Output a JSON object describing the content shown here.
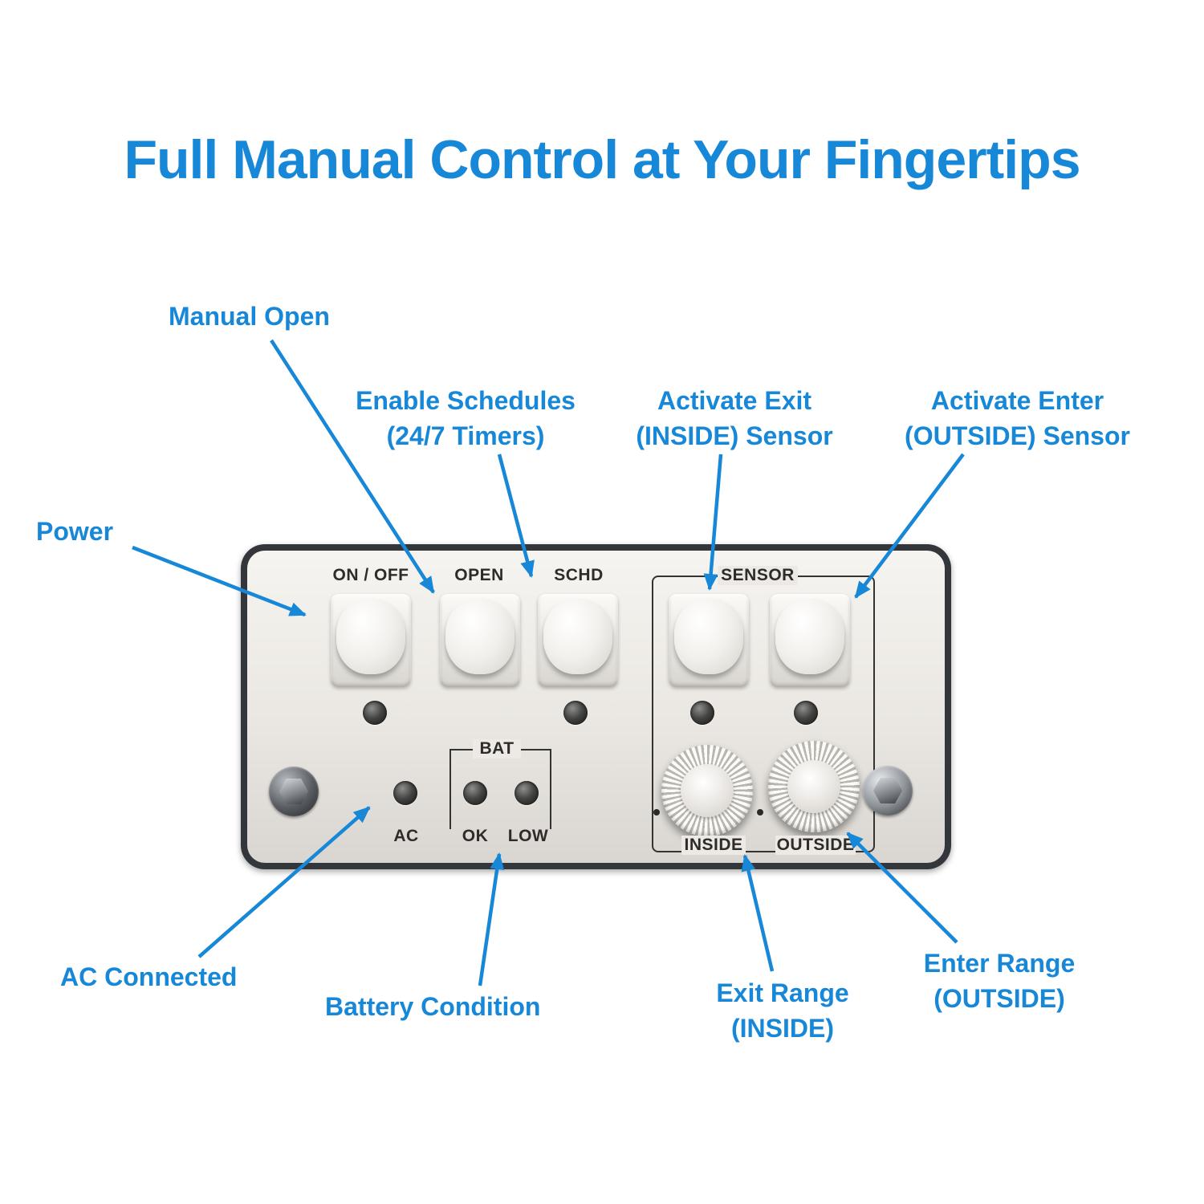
{
  "title": "Full Manual Control at Your Fingertips",
  "accent_color": "#1787d8",
  "callouts": {
    "power": "Power",
    "manual_open": "Manual Open",
    "enable_schedules": [
      "Enable Schedules",
      "(24/7 Timers)"
    ],
    "activate_exit": [
      "Activate Exit",
      "(INSIDE) Sensor"
    ],
    "activate_enter": [
      "Activate Enter",
      "(OUTSIDE) Sensor"
    ],
    "ac_connected": "AC Connected",
    "battery_condition": "Battery Condition",
    "exit_range": [
      "Exit Range",
      "(INSIDE)"
    ],
    "enter_range": [
      "Enter Range",
      "(OUTSIDE)"
    ]
  },
  "panel": {
    "buttons": {
      "on_off": "ON / OFF",
      "open": "OPEN",
      "schd": "SCHD"
    },
    "sensor_group_label": "SENSOR",
    "indicators": {
      "bat": "BAT",
      "ac": "AC",
      "ok": "OK",
      "low": "LOW"
    },
    "knobs": {
      "inside": "INSIDE",
      "outside": "OUTSIDE"
    }
  }
}
